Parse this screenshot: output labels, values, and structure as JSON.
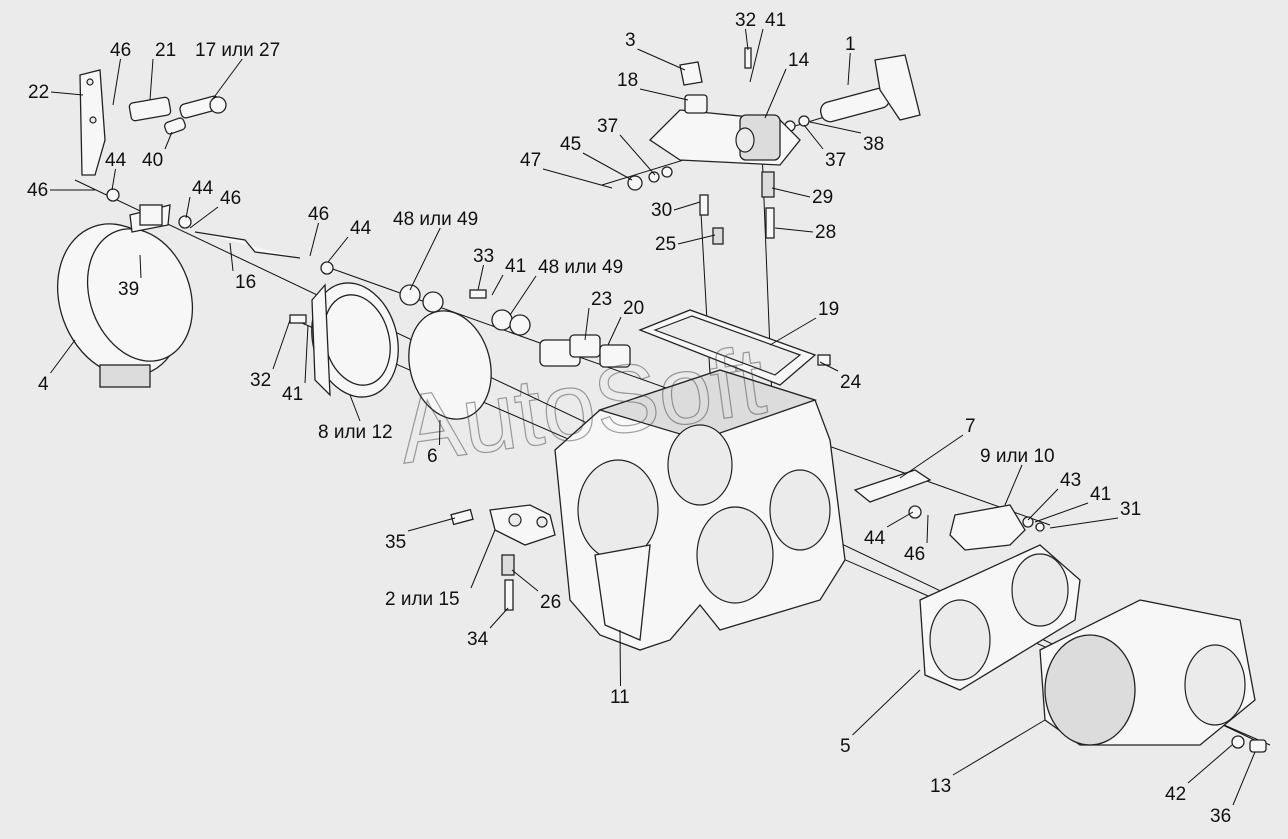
{
  "watermark": "AutoSoft",
  "callouts": [
    "1",
    "2 или 15",
    "3",
    "4",
    "5",
    "6",
    "7",
    "8 или 12",
    "9 или 10",
    "11",
    "13",
    "14",
    "16",
    "17 или 27",
    "18",
    "19",
    "20",
    "21",
    "22",
    "23",
    "24",
    "25",
    "26",
    "28",
    "29",
    "30",
    "31",
    "32",
    "32",
    "33",
    "34",
    "35",
    "36",
    "37",
    "37",
    "38",
    "39",
    "40",
    "41",
    "41",
    "41",
    "41",
    "42",
    "43",
    "44",
    "44",
    "44",
    "44",
    "45",
    "46",
    "46",
    "46",
    "46",
    "46",
    "47",
    "48 или 49",
    "48 или 49"
  ]
}
